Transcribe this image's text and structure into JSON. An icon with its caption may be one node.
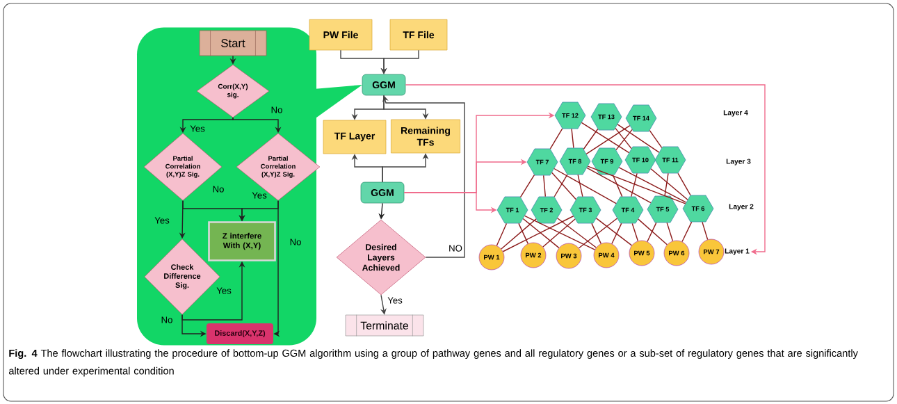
{
  "diagram": {
    "caption": "**Fig. 4** The flowchart illustrating the procedure of bottom-up GGM algorithm using a group of pathway genes and all regulatory genes or a sub-set of regulatory genes that are significantly altered under experimental condition",
    "nodes": [
      {
        "text": [],
        "shape": "box"
      },
      {
        "text": [
          "Start"
        ],
        "in": 0
      },
      {
        "text": [
          "Corr(X,Y) sig."
        ],
        "in": 0
      },
      {
        "text": [
          "Partial Correlation (X,Y)Z Sig."
        ],
        "in": 0
      },
      {
        "text": [
          "Partial Correlation (X,Y)Z Sig."
        ],
        "in": 0
      },
      {
        "text": [
          "Z interfere With (X,Y)"
        ],
        "in": 0
      },
      {
        "text": [
          "Check Difference Sig."
        ],
        "in": 0
      },
      {
        "text": [
          "Discard(X,Y,Z)"
        ],
        "in": 0
      },
      {
        "text": [
          "PW File"
        ]
      },
      {
        "text": [
          "TF File"
        ]
      },
      {
        "text": [
          "GGM"
        ]
      },
      {
        "text": [
          "TF Layer"
        ]
      },
      {
        "text": [
          "Remaining TFs"
        ]
      },
      {
        "text": [
          "GGM"
        ]
      },
      {
        "text": [
          "Desired Layers Achieved"
        ]
      },
      {
        "text": [
          "Terminate"
        ]
      },
      {
        "text": [
          "TF 12"
        ]
      },
      {
        "text": [
          "TF 13"
        ]
      },
      {
        "text": [
          "TF 14"
        ]
      },
      {
        "text": [
          "TF 7"
        ]
      },
      {
        "text": [
          "TF 8"
        ]
      },
      {
        "text": [
          "TF 9"
        ]
      },
      {
        "text": [
          "TF 10"
        ]
      },
      {
        "text": [
          "TF 11"
        ]
      },
      {
        "text": [
          "TF 1"
        ]
      },
      {
        "text": [
          "TF 2"
        ]
      },
      {
        "text": [
          "TF 3"
        ]
      },
      {
        "text": [
          "TF 4"
        ]
      },
      {
        "text": [
          "TF 5"
        ]
      },
      {
        "text": [
          "TF 6"
        ]
      },
      {
        "text": [
          "PW 1"
        ]
      },
      {
        "text": [
          "PW 2"
        ]
      },
      {
        "text": [
          "PW 3"
        ]
      },
      {
        "text": [
          "PW 4"
        ]
      },
      {
        "text": [
          "PW 5"
        ]
      },
      {
        "text": [
          "PW 6"
        ]
      },
      {
        "text": [
          "PW 7"
        ]
      },
      {
        "text": [
          "Layer 1"
        ]
      }
    ],
    "edges": [
      {
        "from": 1,
        "to": 2,
        "arrow": "to",
        "color": "#222222"
      },
      {
        "from": 2,
        "to": 3,
        "arrow": "to",
        "label": "Yes",
        "color": "#222222"
      },
      {
        "from": 2,
        "to": 4,
        "arrow": "to",
        "label": "No",
        "color": "#222222"
      },
      {
        "from": 3,
        "to": 6,
        "arrow": "to",
        "label": "Yes",
        "color": "#222222"
      },
      {
        "from": 3,
        "to": 5,
        "arrow": "to",
        "label": "No",
        "color": "#222222"
      },
      {
        "from": 4,
        "to": 5,
        "arrow": "to",
        "label": "Yes",
        "color": "#222222"
      },
      {
        "from": 4,
        "to": 7,
        "arrow": "to",
        "label": "No",
        "color": "#222222"
      },
      {
        "from": 6,
        "to": 5,
        "arrow": "to",
        "label": "Yes",
        "color": "#222222"
      },
      {
        "from": 6,
        "to": 7,
        "arrow": "to",
        "label": "No",
        "color": "#222222"
      },
      {
        "from": 8,
        "to": 10,
        "arrow": "to",
        "color": "#444444"
      },
      {
        "from": 9,
        "to": 10,
        "arrow": "to",
        "color": "#444444"
      },
      {
        "from": 10,
        "to": 11,
        "arrow": "to",
        "color": "#444444"
      },
      {
        "from": 10,
        "to": 12,
        "arrow": "to",
        "color": "#444444"
      },
      {
        "from": 13,
        "to": 11,
        "arrow": "to",
        "color": "#444444"
      },
      {
        "from": 13,
        "to": 12,
        "arrow": "to",
        "color": "#444444"
      },
      {
        "from": 13,
        "to": 14,
        "arrow": "to",
        "color": "#222222"
      },
      {
        "from": 14,
        "to": 10,
        "arrow": "to",
        "label": "NO",
        "color": "#444444"
      },
      {
        "from": 14,
        "to": 15,
        "arrow": "to",
        "label": "Yes",
        "color": "#444444"
      },
      {
        "from": 10,
        "to": 37,
        "arrow": "to",
        "color": "#f06b8c"
      },
      {
        "from": 13,
        "to": 16,
        "arrow": "to",
        "color": "#f06b8c"
      },
      {
        "from": 13,
        "to": 19,
        "arrow": "to",
        "color": "#f06b8c"
      },
      {
        "from": 13,
        "to": 24,
        "arrow": "to",
        "color": "#f06b8c"
      },
      {
        "from": 16,
        "to": 19,
        "arrow": "none"
      },
      {
        "from": 16,
        "to": 20,
        "arrow": "none"
      },
      {
        "from": 16,
        "to": 22,
        "arrow": "none"
      },
      {
        "from": 17,
        "to": 20,
        "arrow": "none"
      },
      {
        "from": 17,
        "to": 22,
        "arrow": "none"
      },
      {
        "from": 17,
        "to": 23,
        "arrow": "none"
      },
      {
        "from": 18,
        "to": 20,
        "arrow": "none"
      },
      {
        "from": 18,
        "to": 21,
        "arrow": "none"
      },
      {
        "from": 18,
        "to": 23,
        "arrow": "none"
      },
      {
        "from": 19,
        "to": 24,
        "arrow": "none"
      },
      {
        "from": 19,
        "to": 25,
        "arrow": "none"
      },
      {
        "from": 19,
        "to": 26,
        "arrow": "none"
      },
      {
        "from": 19,
        "to": 27,
        "arrow": "none"
      },
      {
        "from": 20,
        "to": 25,
        "arrow": "none"
      },
      {
        "from": 20,
        "to": 26,
        "arrow": "none"
      },
      {
        "from": 20,
        "to": 28,
        "arrow": "none"
      },
      {
        "from": 20,
        "to": 29,
        "arrow": "none"
      },
      {
        "from": 21,
        "to": 27,
        "arrow": "none"
      },
      {
        "from": 21,
        "to": 29,
        "arrow": "none"
      },
      {
        "from": 22,
        "to": 27,
        "arrow": "none"
      },
      {
        "from": 22,
        "to": 29,
        "arrow": "none"
      },
      {
        "from": 23,
        "to": 28,
        "arrow": "none"
      },
      {
        "from": 23,
        "to": 29,
        "arrow": "none"
      },
      {
        "from": 24,
        "to": 30,
        "arrow": "none"
      },
      {
        "from": 24,
        "to": 31,
        "arrow": "none"
      },
      {
        "from": 24,
        "to": 32,
        "arrow": "none"
      },
      {
        "from": 24,
        "to": 33,
        "arrow": "none"
      },
      {
        "from": 25,
        "to": 30,
        "arrow": "none"
      },
      {
        "from": 25,
        "to": 33,
        "arrow": "none"
      },
      {
        "from": 26,
        "to": 30,
        "arrow": "none"
      },
      {
        "from": 26,
        "to": 31,
        "arrow": "none"
      },
      {
        "from": 26,
        "to": 33,
        "arrow": "none"
      },
      {
        "from": 26,
        "to": 34,
        "arrow": "none"
      },
      {
        "from": 27,
        "to": 32,
        "arrow": "none"
      },
      {
        "from": 27,
        "to": 33,
        "arrow": "none"
      },
      {
        "from": 27,
        "to": 34,
        "arrow": "none"
      },
      {
        "from": 27,
        "to": 35,
        "arrow": "none"
      },
      {
        "from": 28,
        "to": 34,
        "arrow": "none"
      },
      {
        "from": 28,
        "to": 35,
        "arrow": "none"
      },
      {
        "from": 29,
        "to": 35,
        "arrow": "none"
      },
      {
        "from": 29,
        "to": 36,
        "arrow": "none"
      }
    ],
    "labels": [
      "Layer 4",
      "Layer 3",
      "Layer 2"
    ]
  }
}
